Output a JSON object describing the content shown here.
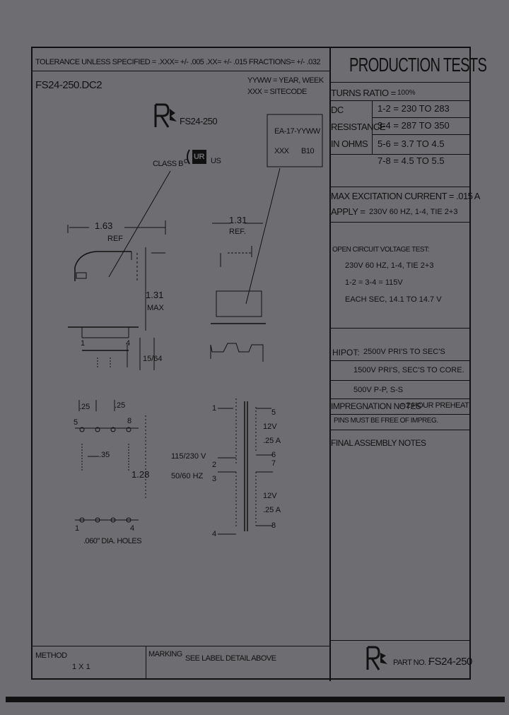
{
  "tolerance": "TOLERANCE UNLESS SPECIFIED = .XXX= +/- .005 .XX= +/- .015 FRACTIONS= +/- .032",
  "part_code": "FS24-250.DC2",
  "label_legend": [
    "YYWW = YEAR, WEEK",
    "XXX = SITECODE"
  ],
  "label_detail": {
    "logo_text": "FS24-250",
    "class_text": "CLASS B",
    "ul_c": "c",
    "ul_mark": "UR",
    "ul_us": "US"
  },
  "label_box": {
    "line1": "EA-17-YYWW",
    "xxx": "XXX",
    "b10": "B10"
  },
  "dims": {
    "d163": "1.63",
    "ref1": "REF",
    "d131a": "1.31",
    "ref2": "REF.",
    "d131b": "1.31",
    "max": "MAX",
    "pin1": "1",
    "pin4": "4",
    "d1564": "15/64",
    "d25a": ".25",
    "d25b": ".25",
    "p5": "5",
    "p8": "8",
    "d35": ".35",
    "d128": "1.28",
    "p1b": "1",
    "p4b": "4",
    "holes": ".060\" DIA. HOLES"
  },
  "schematic": {
    "pin1": "1",
    "pin2": "2",
    "pin3": "3",
    "pin4": "4",
    "pin5": "5",
    "pin6": "6",
    "pin7": "7",
    "pin8": "8",
    "primary_v": "115/230 V",
    "primary_hz": "50/60 HZ",
    "sec1_v": "12V",
    "sec1_a": ".25 A",
    "sec2_v": "12V",
    "sec2_a": ".25 A"
  },
  "production": {
    "title": "PRODUCTION TESTS",
    "turns_ratio": "TURNS RATIO =",
    "turns_ratio_val": "100%",
    "dc": "DC",
    "resistance": "RESISTANCE",
    "in_ohms": "IN OHMS",
    "r12": "1-2 = 230 TO 283",
    "r34": "3-4 = 287 TO 350",
    "r56": "5-6 = 3.7 TO 4.5",
    "r78": "7-8 = 4.5 TO 5.5",
    "max_exc": "MAX EXCITATION CURRENT = .015 A",
    "apply_label": "APPLY =",
    "apply_val": "230V 60 HZ, 1-4, TIE 2+3",
    "ocv_title": "OPEN CIRCUIT VOLTAGE TEST:",
    "ocv1": "230V 60 HZ, 1-4, TIE 2+3",
    "ocv2": "1-2 = 3-4 = 115V",
    "ocv3": "EACH SEC, 14.1 TO 14.7 V",
    "hipot_label": "HIPOT:",
    "hipot1": "2500V PRI'S TO SEC'S",
    "hipot2": "1500V PRI'S, SEC'S TO CORE.",
    "hipot3": "500V P-P, S-S",
    "impreg_label": "IMPREGNATION NOTES",
    "impreg_val": "= 2 HOUR PREHEAT",
    "pins_note": "PINS MUST BE FREE OF IMPREG.",
    "final_notes": "FINAL ASSEMBLY NOTES"
  },
  "footer": {
    "method_label": "METHOD",
    "method_val": "1 X 1",
    "marking_label": "MARKING",
    "marking_val": "SEE LABEL DETAIL ABOVE",
    "part_no_label": "PART NO. :",
    "part_no_val": "FS24-250"
  }
}
